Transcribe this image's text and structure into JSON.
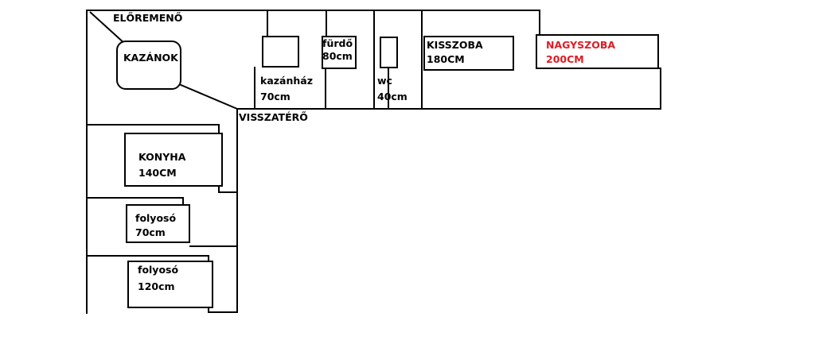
{
  "labels": {
    "eloremeno": "ELŐREMENŐ",
    "kazanok": "KAZÁNOK",
    "visszatero": "VISSZATÉRŐ",
    "kazanhaz": {
      "name": "kazánház",
      "size": "70cm"
    },
    "furdo": {
      "name": "fürdő",
      "size": "80cm"
    },
    "wc": {
      "name": "wc",
      "size": "40cm"
    },
    "kisszoba": {
      "name": "KISSZOBA",
      "size": "180CM"
    },
    "nagyszoba": {
      "name": "NAGYSZOBA",
      "size": "200CM"
    },
    "konyha": {
      "name": "KONYHA",
      "size": "140CM"
    },
    "folyoso1": {
      "name": "folyosó",
      "size": "70cm"
    },
    "folyoso2": {
      "name": "folyosó",
      "size": "120cm"
    }
  },
  "colors": {
    "line": "#000000",
    "highlight": "#e01b24"
  }
}
